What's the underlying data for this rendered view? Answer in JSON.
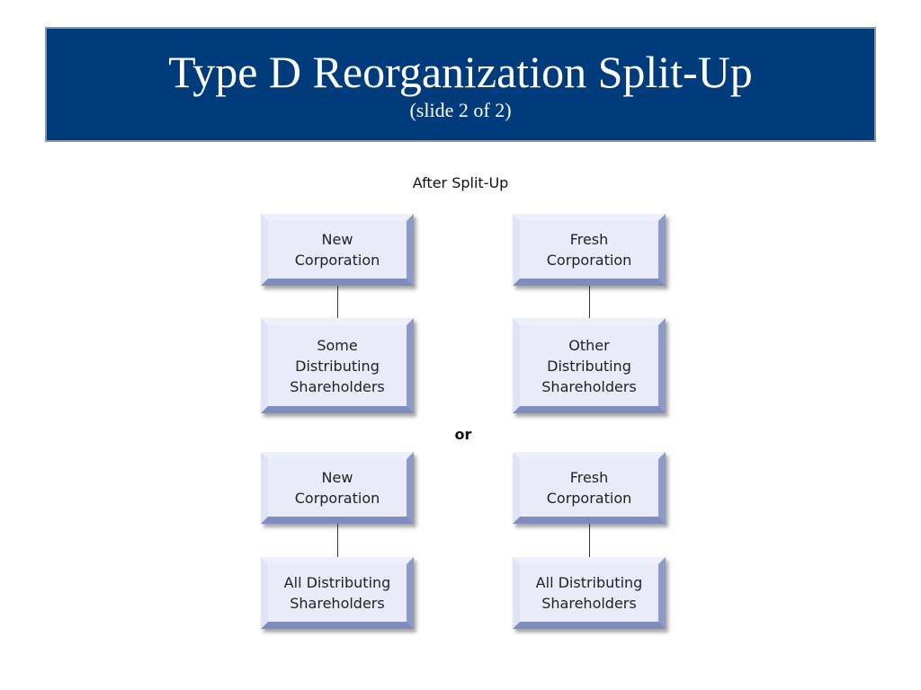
{
  "header": {
    "title": "Type D Reorganization Split-Up",
    "subtitle": "(slide 2 of 2)"
  },
  "diagram": {
    "caption": "After Split-Up",
    "separator": "or",
    "boxes": {
      "top_left_corp": "New\nCorporation",
      "top_right_corp": "Fresh\nCorporation",
      "top_left_holders": "Some\nDistributing\nShareholders",
      "top_right_holders": "Other\nDistributing\nShareholders",
      "bottom_left_corp": "New\nCorporation",
      "bottom_right_corp": "Fresh\nCorporation",
      "bottom_left_holders": "All Distributing\nShareholders",
      "bottom_right_holders": "All Distributing\nShareholders"
    }
  },
  "colors": {
    "header_background": "#003c7c",
    "box_face": "#e9ecf8",
    "box_bevel_dark": "#7e8dbd"
  }
}
